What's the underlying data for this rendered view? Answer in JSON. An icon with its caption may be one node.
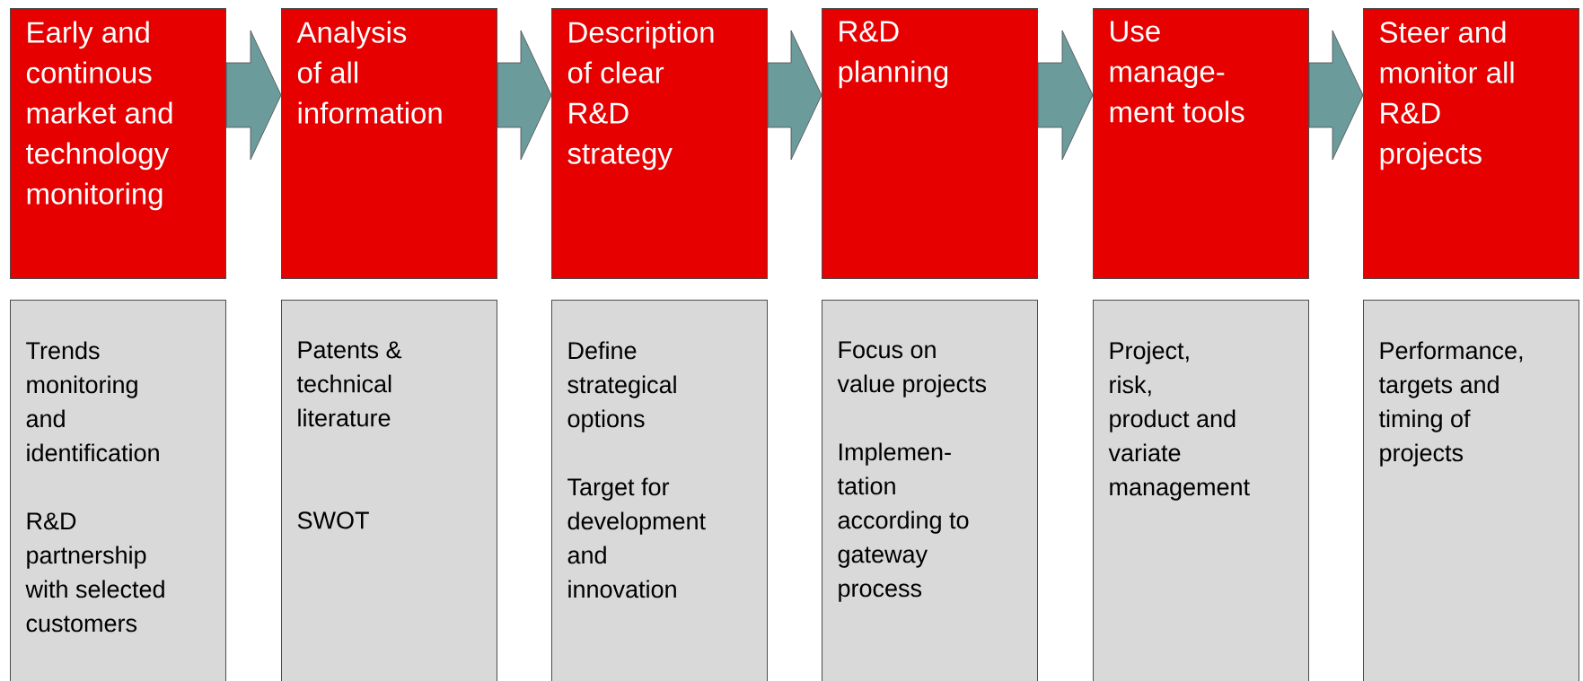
{
  "diagram": {
    "nodes": [
      {
        "text": [
          "Early and continous market and technology monitoring"
        ]
      },
      {
        "text": [
          "Analysis of all information"
        ]
      },
      {
        "text": [
          "Description of clear R&D strategy"
        ]
      },
      {
        "text": [
          "R&D planning"
        ]
      },
      {
        "text": [
          "Use manage- ment tools"
        ]
      },
      {
        "text": [
          "Steer and monitor all R&D projects"
        ]
      },
      {
        "text": [
          "Trends monitoring and identification",
          "R&D partnership with selected customers"
        ]
      },
      {
        "text": [
          "Patents & technical literature",
          "SWOT"
        ]
      },
      {
        "text": [
          "Define strategical options",
          "Target for development and innovation"
        ]
      },
      {
        "text": [
          "Focus on value projects",
          "Implemen- tation according to gateway process"
        ]
      },
      {
        "text": [
          "Project, risk, product and variate management"
        ]
      },
      {
        "text": [
          "Performance, targets and timing of projects"
        ]
      }
    ],
    "edges": [
      {
        "from": 0,
        "to": 1,
        "arrow": "to"
      },
      {
        "from": 1,
        "to": 2,
        "arrow": "to"
      },
      {
        "from": 2,
        "to": 3,
        "arrow": "to"
      },
      {
        "from": 3,
        "to": 4,
        "arrow": "to"
      },
      {
        "from": 4,
        "to": 5,
        "arrow": "to"
      }
    ]
  }
}
